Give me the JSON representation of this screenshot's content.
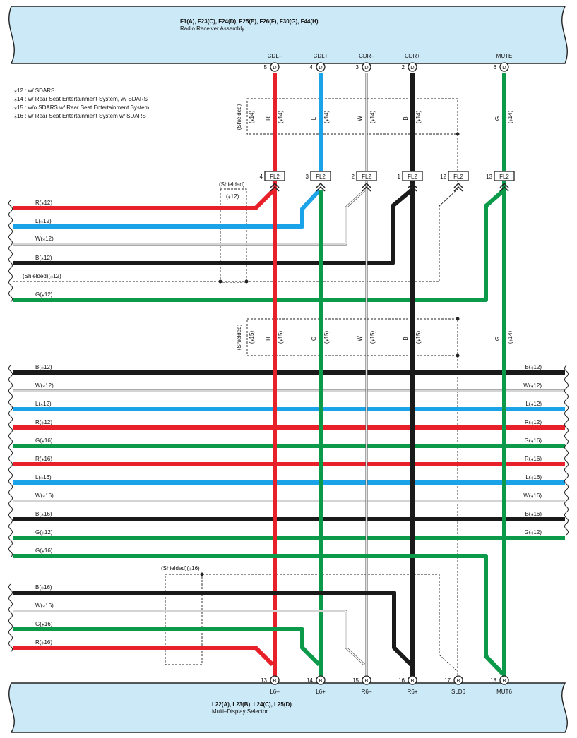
{
  "top_connector": {
    "title": "F1(A), F23(C), F24(D), F25(E), F26(F), F30(G), F44(H)",
    "subtitle": "Radio Receiver Assembly"
  },
  "bottom_connector": {
    "title": "L22(A), L23(B), L24(C), L25(D)",
    "subtitle": "Multi–Display Selector"
  },
  "notes": [
    "⁎12 : w/ SDARS",
    "⁎14 : w/ Rear Seat Entertainment System,  w/ SDARS",
    "⁎15 : w/o SDARS w/ Rear Seat Entertainment System",
    "⁎16 : w/ Rear Seat Entertainment System w/ SDARS"
  ],
  "top_pins": [
    {
      "signal": "CDL–",
      "pin": "5",
      "letter": "D"
    },
    {
      "signal": "CDL+",
      "pin": "4",
      "letter": "D"
    },
    {
      "signal": "CDR–",
      "pin": "3",
      "letter": "D"
    },
    {
      "signal": "CDR+",
      "pin": "2",
      "letter": "D"
    },
    {
      "signal": "MUTE",
      "pin": "6",
      "letter": "D"
    }
  ],
  "splices": [
    {
      "pin": "4",
      "label": "FL2"
    },
    {
      "pin": "3",
      "label": "FL2"
    },
    {
      "pin": "2",
      "label": "FL2"
    },
    {
      "pin": "1",
      "label": "FL2"
    },
    {
      "pin": "12",
      "label": "FL2"
    },
    {
      "pin": "13",
      "label": "FL2"
    }
  ],
  "bottom_pins": [
    {
      "signal": "L6–",
      "pin": "13",
      "letter": "B"
    },
    {
      "signal": "L6+",
      "pin": "14",
      "letter": "B"
    },
    {
      "signal": "R6–",
      "pin": "15",
      "letter": "B"
    },
    {
      "signal": "R6+",
      "pin": "16",
      "letter": "B"
    },
    {
      "signal": "SLD6",
      "pin": "17",
      "letter": "B"
    },
    {
      "signal": "MUT6",
      "pin": "18",
      "letter": "B"
    }
  ],
  "upper_wire_labels": [
    {
      "color": "R",
      "note": "(⁎14)"
    },
    {
      "color": "L",
      "note": "(⁎14)"
    },
    {
      "color": "W",
      "note": "(⁎14)"
    },
    {
      "color": "B",
      "note": "(⁎14)"
    },
    {
      "color": "G",
      "note": "(⁎14)"
    }
  ],
  "mid_wire_labels": [
    {
      "color": "R",
      "note": "(⁎15)"
    },
    {
      "color": "G",
      "note": "(⁎15)"
    },
    {
      "color": "W",
      "note": "(⁎15)"
    },
    {
      "color": "B",
      "note": "(⁎15)"
    },
    {
      "color": "G",
      "note": "(⁎14)"
    }
  ],
  "shielded_labels": {
    "upper_box": "(Shielded)",
    "upper_box_note": "(⁎14)",
    "mid_box": "(Shielded)",
    "mid_box_note": "(⁎15)",
    "left_box": "(Shielded)",
    "left_box_note": "(⁎12)",
    "left_line": "(Shielded)(⁎12)",
    "bottom_box": "(Shielded)(⁎16)"
  },
  "left_group_1": [
    "R(⁎12)",
    "L(⁎12)",
    "W(⁎12)",
    "B(⁎12)",
    "G(⁎12)"
  ],
  "bus_wires": [
    {
      "label": "B(⁎12)",
      "color": "#1a1a1a"
    },
    {
      "label": "W(⁎12)",
      "color": "#ffffff"
    },
    {
      "label": "L(⁎12)",
      "color": "#1aa3e8"
    },
    {
      "label": "R(⁎12)",
      "color": "#e8202a"
    },
    {
      "label": "G(⁎16)",
      "color": "#0a9a4a"
    },
    {
      "label": "R(⁎16)",
      "color": "#e8202a"
    },
    {
      "label": "L(⁎16)",
      "color": "#1aa3e8"
    },
    {
      "label": "W(⁎16)",
      "color": "#ffffff"
    },
    {
      "label": "B(⁎16)",
      "color": "#1a1a1a"
    },
    {
      "label": "G(⁎12)",
      "color": "#0a9a4a"
    }
  ],
  "g16_line_label": "G(⁎16)",
  "left_group_2": [
    "B(⁎16)",
    "W(⁎16)",
    "G(⁎16)",
    "R(⁎16)"
  ],
  "wire_colors": {
    "red": "#e8202a",
    "blue": "#1aa3e8",
    "white": "#ffffff",
    "black": "#1a1a1a",
    "green": "#0a9a4a",
    "connector_fill": "#cce9f7"
  }
}
